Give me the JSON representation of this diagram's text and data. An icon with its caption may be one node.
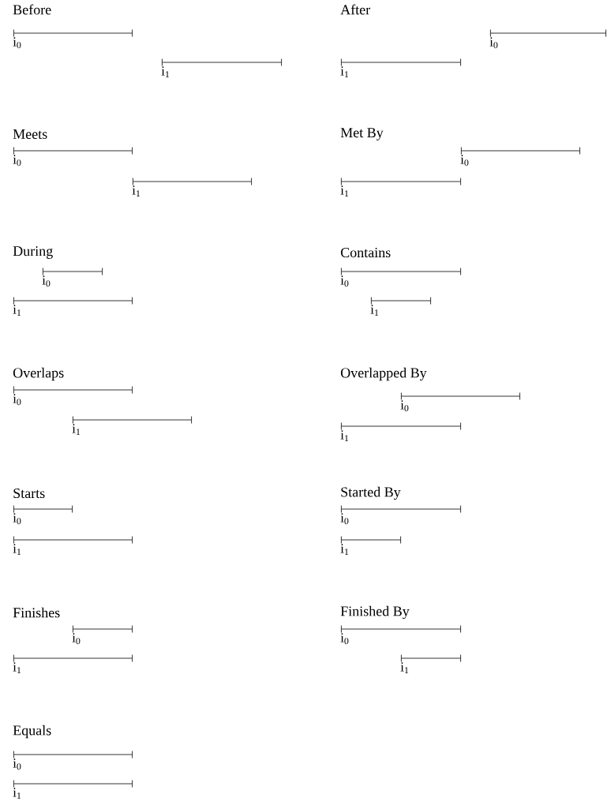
{
  "diagram": {
    "labels": [
      "Before",
      "i$_{0}$",
      "i$_{1}$",
      "After",
      "i$_{0}$",
      "i$_{1}$",
      "Meets",
      "i$_{0}$",
      "i$_{1}$",
      "Met By",
      "i$_{0}$",
      "i$_{1}$",
      "During",
      "i$_{0}$",
      "i$_{1}$",
      "Contains",
      "i$_{0}$",
      "i$_{1}$",
      "Overlaps",
      "i$_{0}$",
      "i$_{1}$",
      "Overlapped By",
      "i$_{0}$",
      "i$_{1}$",
      "Starts",
      "i$_{0}$",
      "i$_{1}$",
      "Started By",
      "i$_{0}$",
      "i$_{1}$",
      "Finishes",
      "i$_{0}$",
      "i$_{1}$",
      "Finished By",
      "i$_{0}$",
      "i$_{1}$",
      "Equals",
      "i$_{0}$",
      "i$_{1}$"
    ]
  }
}
